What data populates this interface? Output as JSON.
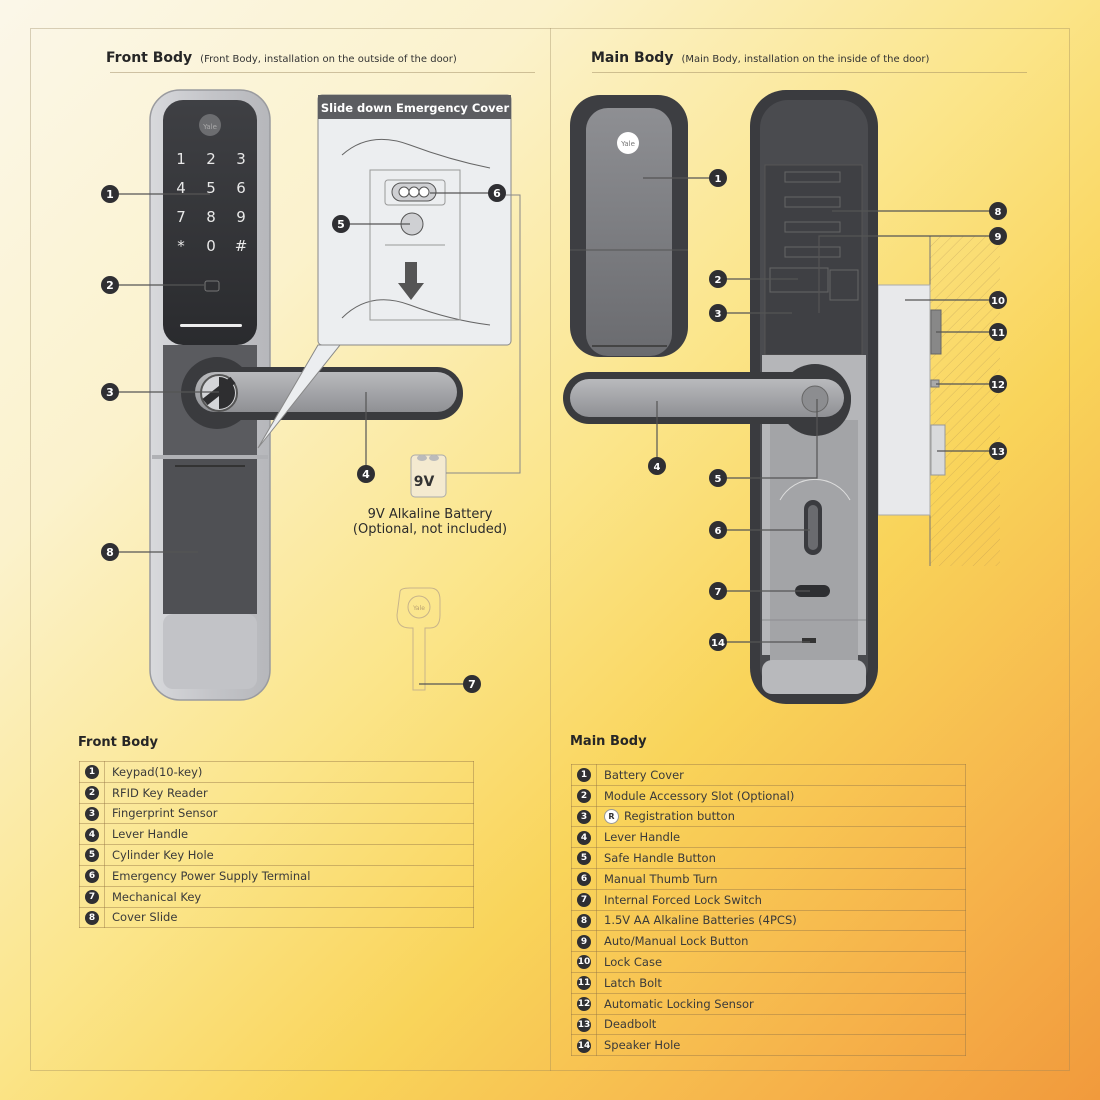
{
  "front": {
    "title": "Front Body",
    "subtitle": "(Front Body, installation on the outside of the door)",
    "keypad_keys": [
      "1",
      "2",
      "3",
      "4",
      "5",
      "6",
      "7",
      "8",
      "9",
      "*",
      "0",
      "#"
    ],
    "brand": "Yale",
    "inset_title": "Slide down Emergency Cover",
    "battery_label": "9V",
    "battery_caption_1": "9V Alkaline Battery",
    "battery_caption_2": "(Optional, not included)",
    "callouts": [
      "1",
      "2",
      "3",
      "4",
      "5",
      "6",
      "7",
      "8"
    ],
    "list_title": "Front Body",
    "items": [
      {
        "num": "1",
        "label": "Keypad(10-key)"
      },
      {
        "num": "2",
        "label": "RFID Key Reader"
      },
      {
        "num": "3",
        "label": "Fingerprint Sensor"
      },
      {
        "num": "4",
        "label": "Lever Handle"
      },
      {
        "num": "5",
        "label": "Cylinder Key Hole"
      },
      {
        "num": "6",
        "label": "Emergency Power Supply Terminal"
      },
      {
        "num": "7",
        "label": "Mechanical Key"
      },
      {
        "num": "8",
        "label": "Cover Slide"
      }
    ]
  },
  "main": {
    "title": "Main Body",
    "subtitle": "(Main Body, installation on the inside of the door)",
    "brand": "Yale",
    "callouts": [
      "1",
      "2",
      "3",
      "4",
      "5",
      "6",
      "7",
      "8",
      "9",
      "10",
      "11",
      "12",
      "13",
      "14"
    ],
    "list_title": "Main Body",
    "registration_mark": "R",
    "items": [
      {
        "num": "1",
        "label": "Battery Cover"
      },
      {
        "num": "2",
        "label": "Module Accessory Slot (Optional)"
      },
      {
        "num": "3",
        "label": "Registration button"
      },
      {
        "num": "4",
        "label": "Lever Handle"
      },
      {
        "num": "5",
        "label": "Safe Handle Button"
      },
      {
        "num": "6",
        "label": "Manual Thumb Turn"
      },
      {
        "num": "7",
        "label": "Internal Forced Lock Switch"
      },
      {
        "num": "8",
        "label": "1.5V AA Alkaline Batteries (4PCS)"
      },
      {
        "num": "9",
        "label": "Auto/Manual Lock Button"
      },
      {
        "num": "10",
        "label": "Lock Case"
      },
      {
        "num": "11",
        "label": "Latch Bolt"
      },
      {
        "num": "12",
        "label": "Automatic Locking Sensor"
      },
      {
        "num": "13",
        "label": "Deadbolt"
      },
      {
        "num": "14",
        "label": "Speaker Hole"
      }
    ]
  },
  "colors": {
    "badge": "#2f2f33",
    "device_dark": "#3c3c40",
    "device_silver": "#c9cacd",
    "background_start": "#fbf7e9",
    "background_end": "#f19a3c"
  }
}
